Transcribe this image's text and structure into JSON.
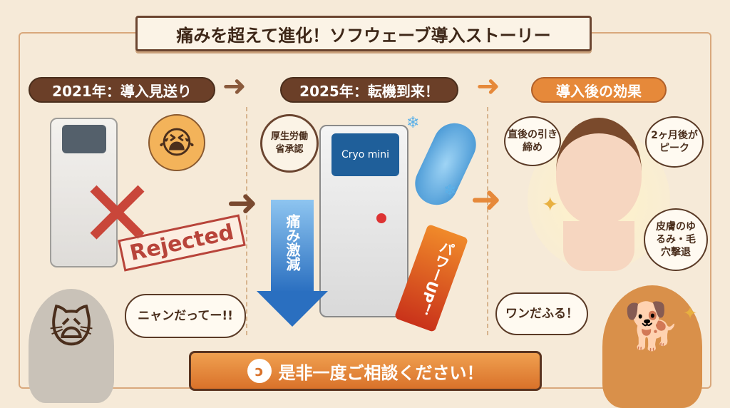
{
  "title": "痛みを超えて進化！ソフウェーブ導入ストーリー",
  "sections": [
    {
      "label": "2021年：導入見送り",
      "stamp": "Rejected",
      "cat_speech": "ニャンだってー!!"
    },
    {
      "label": "2025年：転機到来！",
      "approval": "厚生労働省承認",
      "machine_screen": "Cryo mini",
      "pain_arrow": "痛み激減",
      "power_arrow": "パワーUP！"
    },
    {
      "label": "導入後の効果",
      "effects": [
        "直後の引き締め",
        "2ヶ月後がピーク",
        "皮膚のゆるみ・毛穴撃退"
      ],
      "dog_speech": "ワンだふる！"
    }
  ],
  "cta": {
    "label": "是非一度ご相談ください！"
  },
  "colors": {
    "background": "#f6ead8",
    "label_dark": "#6b3f28",
    "label_orange": "#e6893a",
    "cta": "#d9722a"
  }
}
